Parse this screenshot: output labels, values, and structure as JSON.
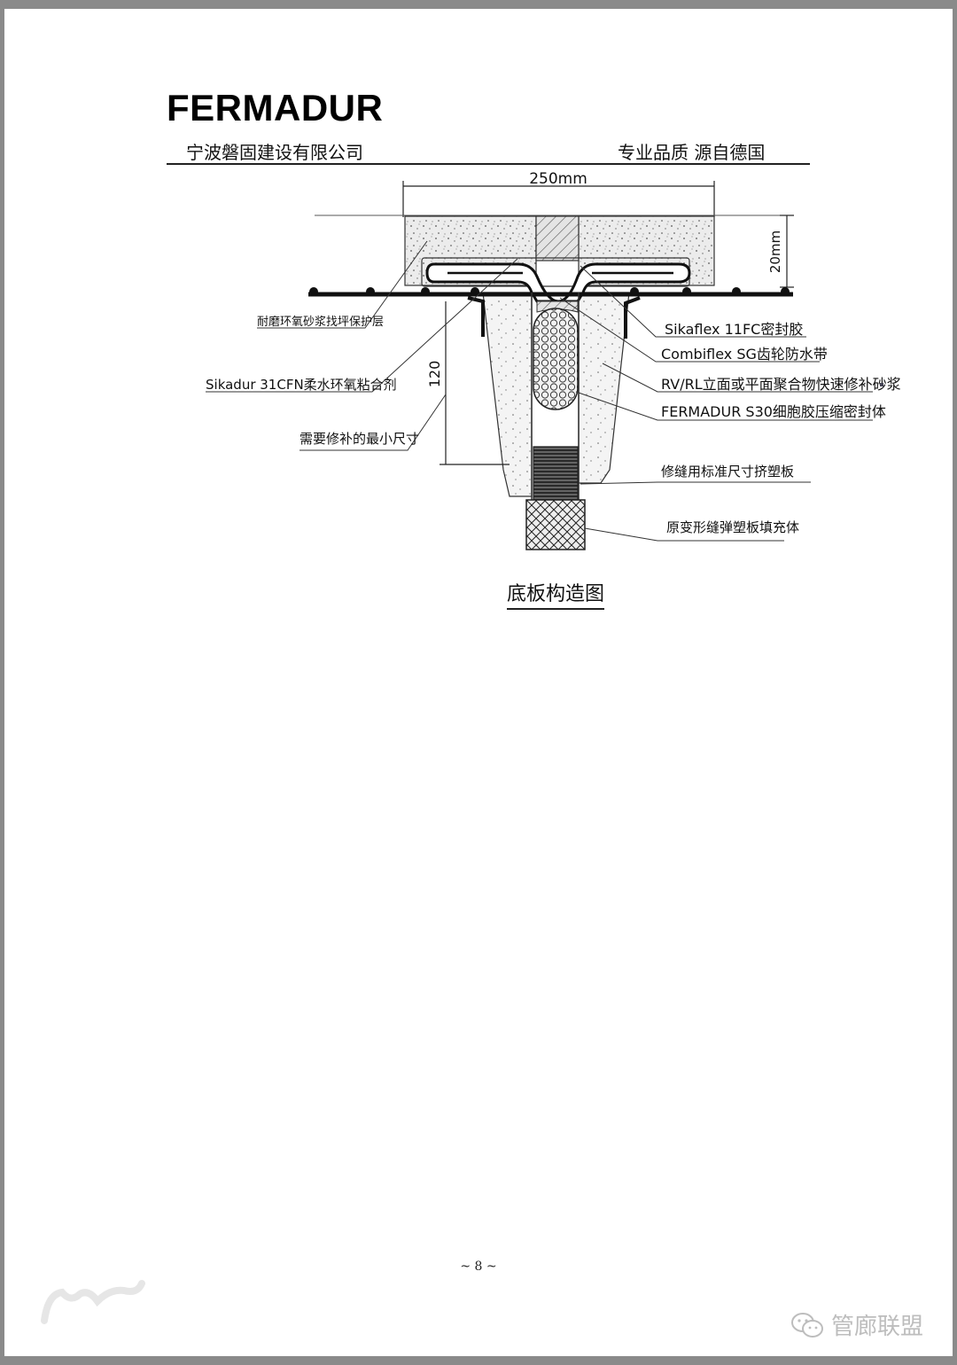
{
  "header": {
    "brand": "FERMADUR",
    "company": "宁波磐固建设有限公司",
    "slogan": "专业品质 源自德国"
  },
  "drawing": {
    "dim_width": "250mm",
    "dim_depth_top": "20mm",
    "dim_depth_main": "120",
    "labels_right": [
      "Sikaflex 11FC密封胶",
      "Combiflex SG齿轮防水带",
      "RV/RL立面或平面聚合物快速修补砂浆",
      "FERMADUR S30细胞胶压缩密封体",
      "修缝用标准尺寸挤塑板",
      "原变形缝弹塑板填充体"
    ],
    "labels_left": [
      "耐磨环氧砂浆找坪保护层",
      "Sikadur 31CFN柔水环氧粘合剂",
      "需要修补的最小尺寸"
    ],
    "caption": "底板构造图"
  },
  "footer": {
    "page_number": "~ 8 ~",
    "watermark": "管廊联盟"
  },
  "colors": {
    "frame": "#8a8a8a",
    "line": "#222222",
    "watermark": "#bdbdbd"
  }
}
